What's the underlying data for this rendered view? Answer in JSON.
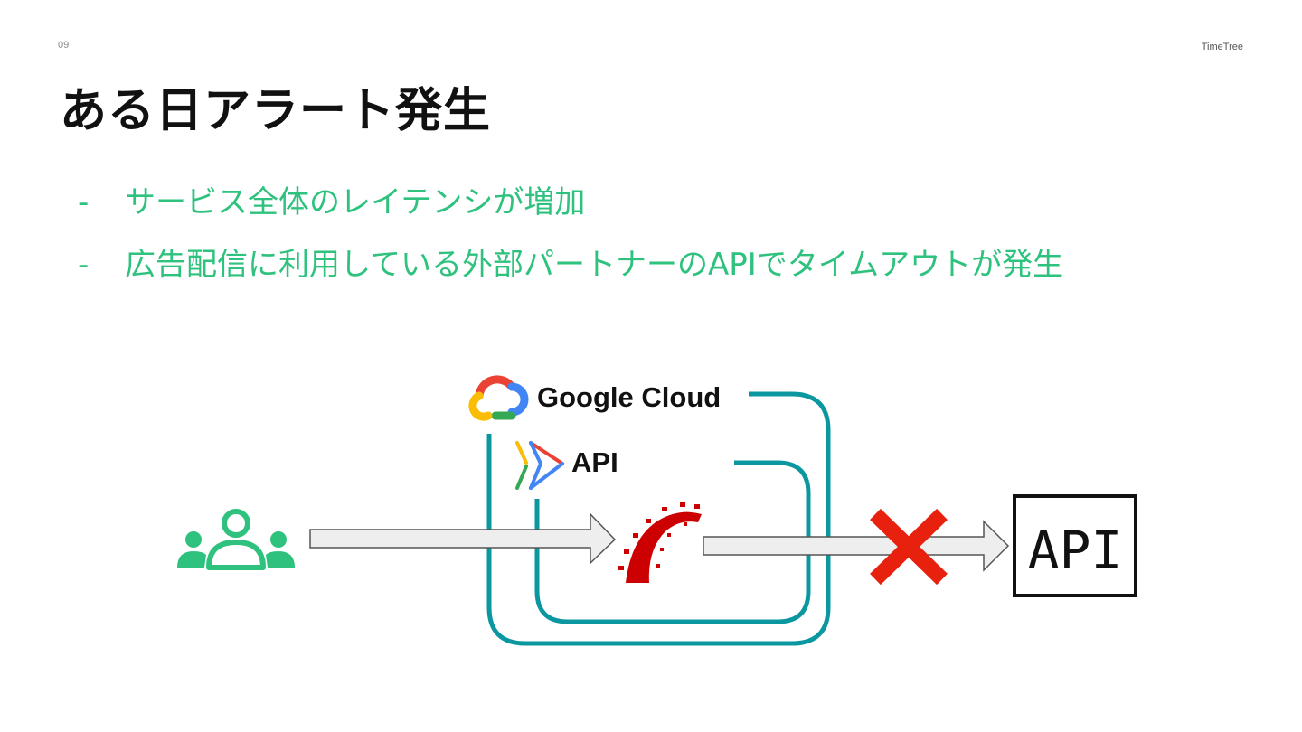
{
  "header": {
    "page_number": "09",
    "brand": "TimeTree"
  },
  "title": "ある日アラート発生",
  "bullets": [
    {
      "marker": "-",
      "text": "サービス全体のレイテンシが増加"
    },
    {
      "marker": "-",
      "text": "広告配信に利用している外部パートナーのAPIでタイムアウトが発生"
    }
  ],
  "diagram": {
    "cloud_label": "Google Cloud",
    "api_gateway_label": "API",
    "external_api_label": "API",
    "icons": [
      "users-icon",
      "google-cloud-icon",
      "api-gateway-icon",
      "rails-icon",
      "error-x-icon"
    ],
    "colors": {
      "accent_green": "#2ec27e",
      "container_teal": "#0b97a0",
      "rails_red": "#cc0000",
      "error_red": "#e8210f",
      "arrow_fill": "#eeeeee",
      "arrow_stroke": "#555555"
    }
  }
}
